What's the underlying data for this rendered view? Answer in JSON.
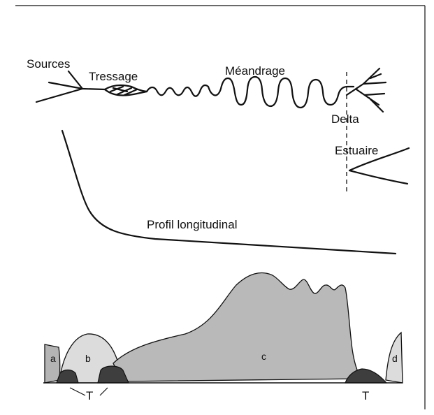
{
  "labels": {
    "sources": "Sources",
    "tressage": "Tressage",
    "meandrage": "Méandrage",
    "delta": "Delta",
    "estuaire": "Estuaire",
    "profil": "Profil longitudinal",
    "a": "a",
    "b": "b",
    "c": "c",
    "d": "d",
    "t_left": "T",
    "t_right": "T"
  },
  "colors": {
    "background": "#ffffff",
    "ink": "#111111",
    "grey_dark": "#b4b4b4",
    "grey_mid": "#b9b9b9",
    "grey_light": "#dcdcdc",
    "terrace": "#3e3e3e"
  }
}
